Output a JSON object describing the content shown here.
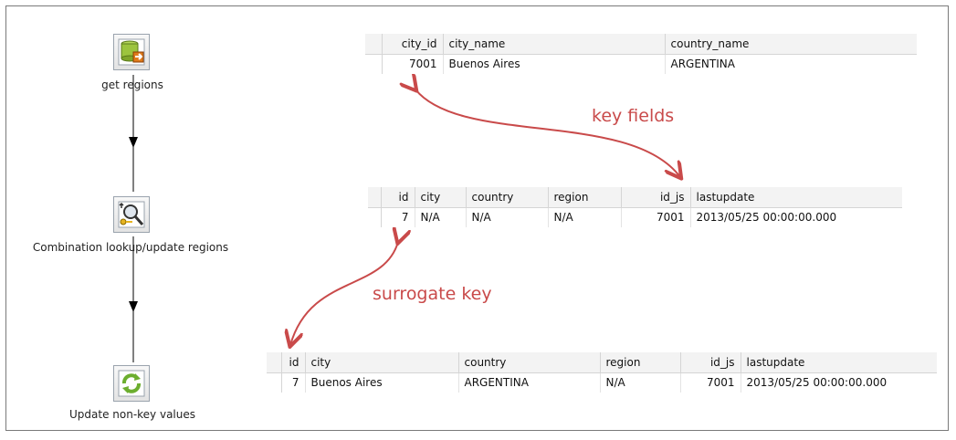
{
  "steps": [
    {
      "label": "get regions",
      "icon": "table-input-icon"
    },
    {
      "label": "Combination lookup/update regions",
      "icon": "combination-lookup-icon"
    },
    {
      "label": "Update non-key values",
      "icon": "update-icon"
    }
  ],
  "table_top": {
    "columns": [
      "city_id",
      "city_name",
      "country_name"
    ],
    "rows": [
      [
        "7001",
        "Buenos Aires",
        "ARGENTINA"
      ]
    ]
  },
  "table_mid": {
    "columns": [
      "id",
      "city",
      "country",
      "region",
      "id_js",
      "lastupdate"
    ],
    "rows": [
      [
        "7",
        "N/A",
        "N/A",
        "N/A",
        "7001",
        "2013/05/25 00:00:00.000"
      ]
    ]
  },
  "table_bottom": {
    "columns": [
      "id",
      "city",
      "country",
      "region",
      "id_js",
      "lastupdate"
    ],
    "rows": [
      [
        "7",
        "Buenos Aires",
        "ARGENTINA",
        "N/A",
        "7001",
        "2013/05/25 00:00:00.000"
      ]
    ]
  },
  "annotations": {
    "key_fields": "key fields",
    "surrogate_key": "surrogate key"
  },
  "colors": {
    "annotation": "#c94a4a",
    "hop": "#000000"
  }
}
